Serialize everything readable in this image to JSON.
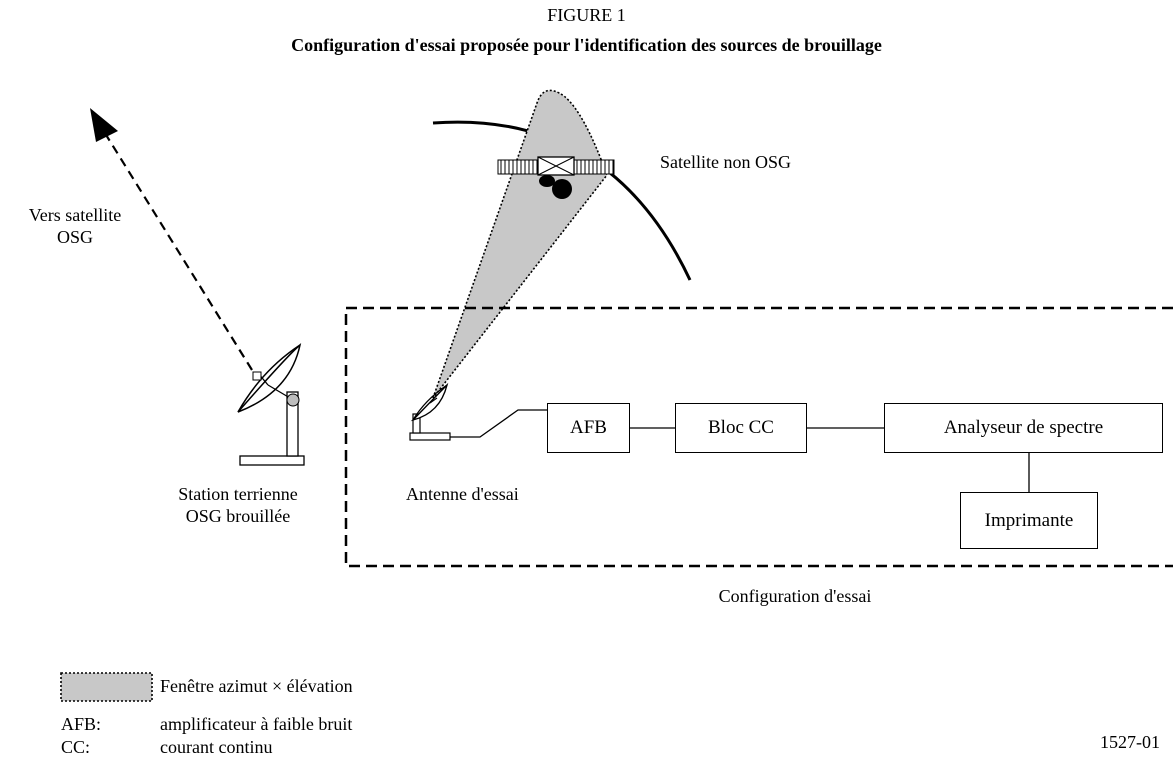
{
  "figure": {
    "number": "FIGURE 1",
    "title": "Configuration d'essai proposée pour l'identification des sources de brouillage",
    "id": "1527-01"
  },
  "labels": {
    "vers_satellite_line1": "Vers satellite",
    "vers_satellite_line2": "OSG",
    "satellite": "Satellite non OSG",
    "station_line1": "Station terrienne",
    "station_line2": "OSG brouillée",
    "antenne": "Antenne d'essai",
    "configuration": "Configuration d'essai"
  },
  "blocks": {
    "afb": "AFB",
    "bloc_cc": "Bloc CC",
    "analyseur": "Analyseur de spectre",
    "imprimante": "Imprimante"
  },
  "legend": {
    "window": "Fenêtre azimut × élévation",
    "abbreviations": [
      {
        "key": "AFB:",
        "desc": "amplificateur à faible bruit"
      },
      {
        "key": "CC:",
        "desc": "courant continu"
      }
    ]
  },
  "colors": {
    "beam_fill": "#c8c8c8",
    "line": "#000000"
  }
}
